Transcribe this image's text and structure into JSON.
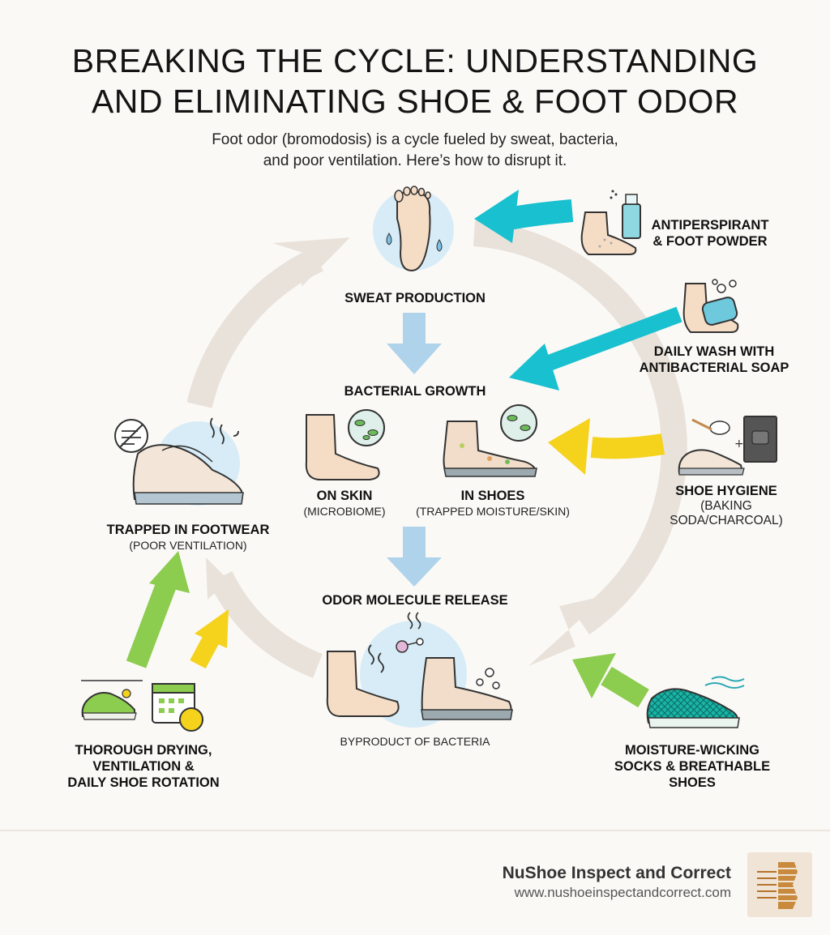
{
  "header": {
    "title_line1": "BREAKING THE CYCLE: UNDERSTANDING",
    "title_line2": "AND ELIMINATING SHOE & FOOT ODOR",
    "subtitle_line1": "Foot odor (bromodosis) is a cycle fueled by sweat, bacteria,",
    "subtitle_line2": "and poor ventilation. Here’s how to disrupt it."
  },
  "cycle": {
    "sweat": "SWEAT PRODUCTION",
    "bacterial": "BACTERIAL GROWTH",
    "on_skin": "ON SKIN",
    "on_skin_sub": "(MICROBIOME)",
    "in_shoes": "IN SHOES",
    "in_shoes_sub": "(TRAPPED MOISTURE/SKIN)",
    "odor": "ODOR MOLECULE RELEASE",
    "odor_sub": "BYPRODUCT OF BACTERIA",
    "trapped": "TRAPPED IN FOOTWEAR",
    "trapped_sub": "(POOR VENTILATION)"
  },
  "solutions": {
    "antiperspirant_1": "ANTIPERSPIRANT",
    "antiperspirant_2": "& FOOT POWDER",
    "wash_1": "DAILY WASH WITH",
    "wash_2": "ANTIBACTERIAL SOAP",
    "hygiene_1": "SHOE HYGIENE",
    "hygiene_2": "(BAKING",
    "hygiene_3": "SODA/CHARCOAL)",
    "socks_1": "MOISTURE-WICKING",
    "socks_2": "SOCKS & BREATHABLE",
    "socks_3": "SHOES",
    "drying_1": "THOROUGH DRYING,",
    "drying_2": "VENTILATION &",
    "drying_3": "DAILY SHOE ROTATION"
  },
  "footer": {
    "brand": "NuShoe Inspect and Correct",
    "url": "www.nushoeinspectandcorrect.com"
  },
  "colors": {
    "cycle_arrow": "#e9e2da",
    "flow_arrow": "#aed3ea",
    "teal": "#19c0cf",
    "yellow": "#f5d21c",
    "green": "#8ccc4e",
    "bubble": "#d7ecf7",
    "skin": "#f5dcc4"
  }
}
